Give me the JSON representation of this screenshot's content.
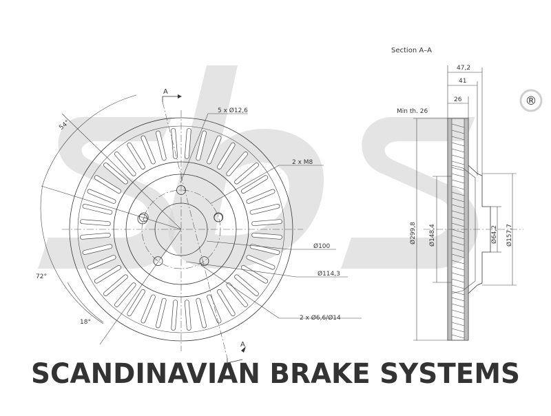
{
  "title": "Section A–A",
  "section_label": "A",
  "callouts": {
    "bolt_holes": "5 x Ø12,6",
    "threads": "2 x M8",
    "pilot": "Ø100",
    "pcd": "Ø114,3",
    "aux_holes": "2 x Ø6,6/Ø14",
    "angle_54": "54°",
    "angle_72": "72°",
    "angle_18": "18°"
  },
  "section_dims": {
    "w1": "47,2",
    "w2": "41",
    "w3": "26",
    "min_th": "Min th. 26",
    "outer_d": "Ø299,8",
    "d148": "Ø148,4",
    "d64": "Ø64,2",
    "d157": "Ø157,7"
  },
  "watermark": {
    "text": "SCANDINAVIAN BRAKE SYSTEMS",
    "logo": "sbs",
    "registered": "®"
  }
}
